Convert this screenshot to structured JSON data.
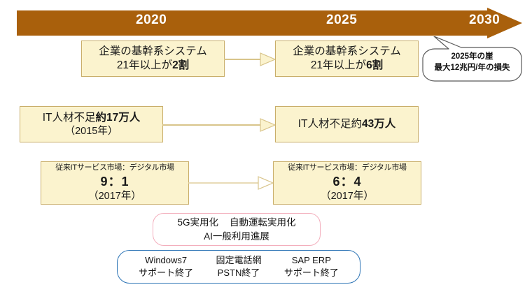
{
  "timeline": {
    "arrow_color": "#A9600C",
    "years": [
      {
        "label": "2020"
      },
      {
        "label": "2025"
      },
      {
        "label": "2030"
      }
    ]
  },
  "boxes": {
    "fill": "#FBF3CE",
    "border": "#C9AE6A",
    "row1": {
      "left": {
        "line1": "企業の基幹系システム",
        "line2_pre": "21年以上が",
        "line2_bold": "2割"
      },
      "right": {
        "line1": "企業の基幹系システム",
        "line2_pre": "21年以上が",
        "line2_bold": "6割"
      }
    },
    "row2": {
      "left": {
        "line1_pre": "IT人材不足",
        "line1_bold": "約17万人",
        "line2": "（2015年）"
      },
      "right": {
        "line1_pre": "IT人材不足約",
        "line1_bold": "43万人",
        "line2": ""
      }
    },
    "row3": {
      "left": {
        "line1": "従来ITサービス市場：デジタル市場",
        "line2": "9：1",
        "line3": "（2017年）"
      },
      "right": {
        "line1": "従来ITサービス市場：デジタル市場",
        "line2": "6：4",
        "line3": "（2017年）"
      }
    }
  },
  "callout": {
    "line1": "2025年の崖",
    "line2": "最大12兆円/年の損失",
    "border_color": "#595959"
  },
  "pink_box": {
    "border_color": "#F3AEBC",
    "line1_a": "5G実用化",
    "line1_b": "自動運転実用化",
    "line2": "AI一般利用進展"
  },
  "blue_box": {
    "border_color": "#2E75B6",
    "columns": [
      {
        "line1": "Windows7",
        "line2": "サポート終了"
      },
      {
        "line1": "固定電話網",
        "line2": "PSTN終了"
      },
      {
        "line1": "SAP ERP",
        "line2": "サポート終了"
      }
    ]
  }
}
